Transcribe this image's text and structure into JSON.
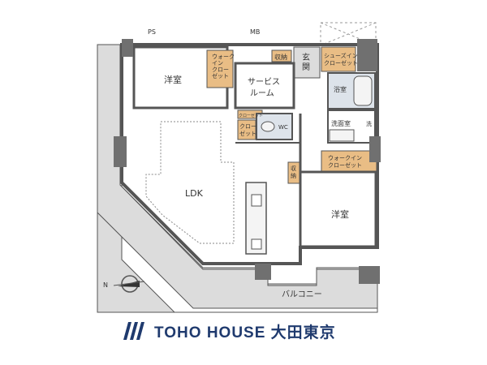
{
  "labels": {
    "ps": "PS",
    "mb": "MB",
    "bedroom_upper": "洋室",
    "walkin_upper": [
      "ウォーク",
      "イン",
      "クロー",
      "ゼット"
    ],
    "storage_top": "収納",
    "genkan": [
      "玄",
      "関"
    ],
    "shoes_closet": [
      "シューズイン",
      "クローゼット"
    ],
    "service_room": [
      "サービス",
      "ルーム"
    ],
    "bath": "浴室",
    "closet_small": "クローゼット",
    "closet": [
      "クロー",
      "ゼット"
    ],
    "wc": "WC",
    "washroom": "洗面室",
    "washer": "洗",
    "walkin_lower": [
      "ウォークイン",
      "クローゼット"
    ],
    "storage_mid": [
      "収",
      "納"
    ],
    "ldk": "LDK",
    "bedroom_lower": "洋室",
    "balcony": "バルコニー",
    "north": "N"
  },
  "brand": {
    "name": "TOHO HOUSE 大田東京",
    "color": "#1f3a6e"
  },
  "colors": {
    "wall": "#555555",
    "room": "#ffffff",
    "closet": "#e9bd85",
    "wet_area": "#dde3ea",
    "balcony": "#dcdcdc",
    "column": "#707070",
    "fixture": "#f4f4f4"
  }
}
